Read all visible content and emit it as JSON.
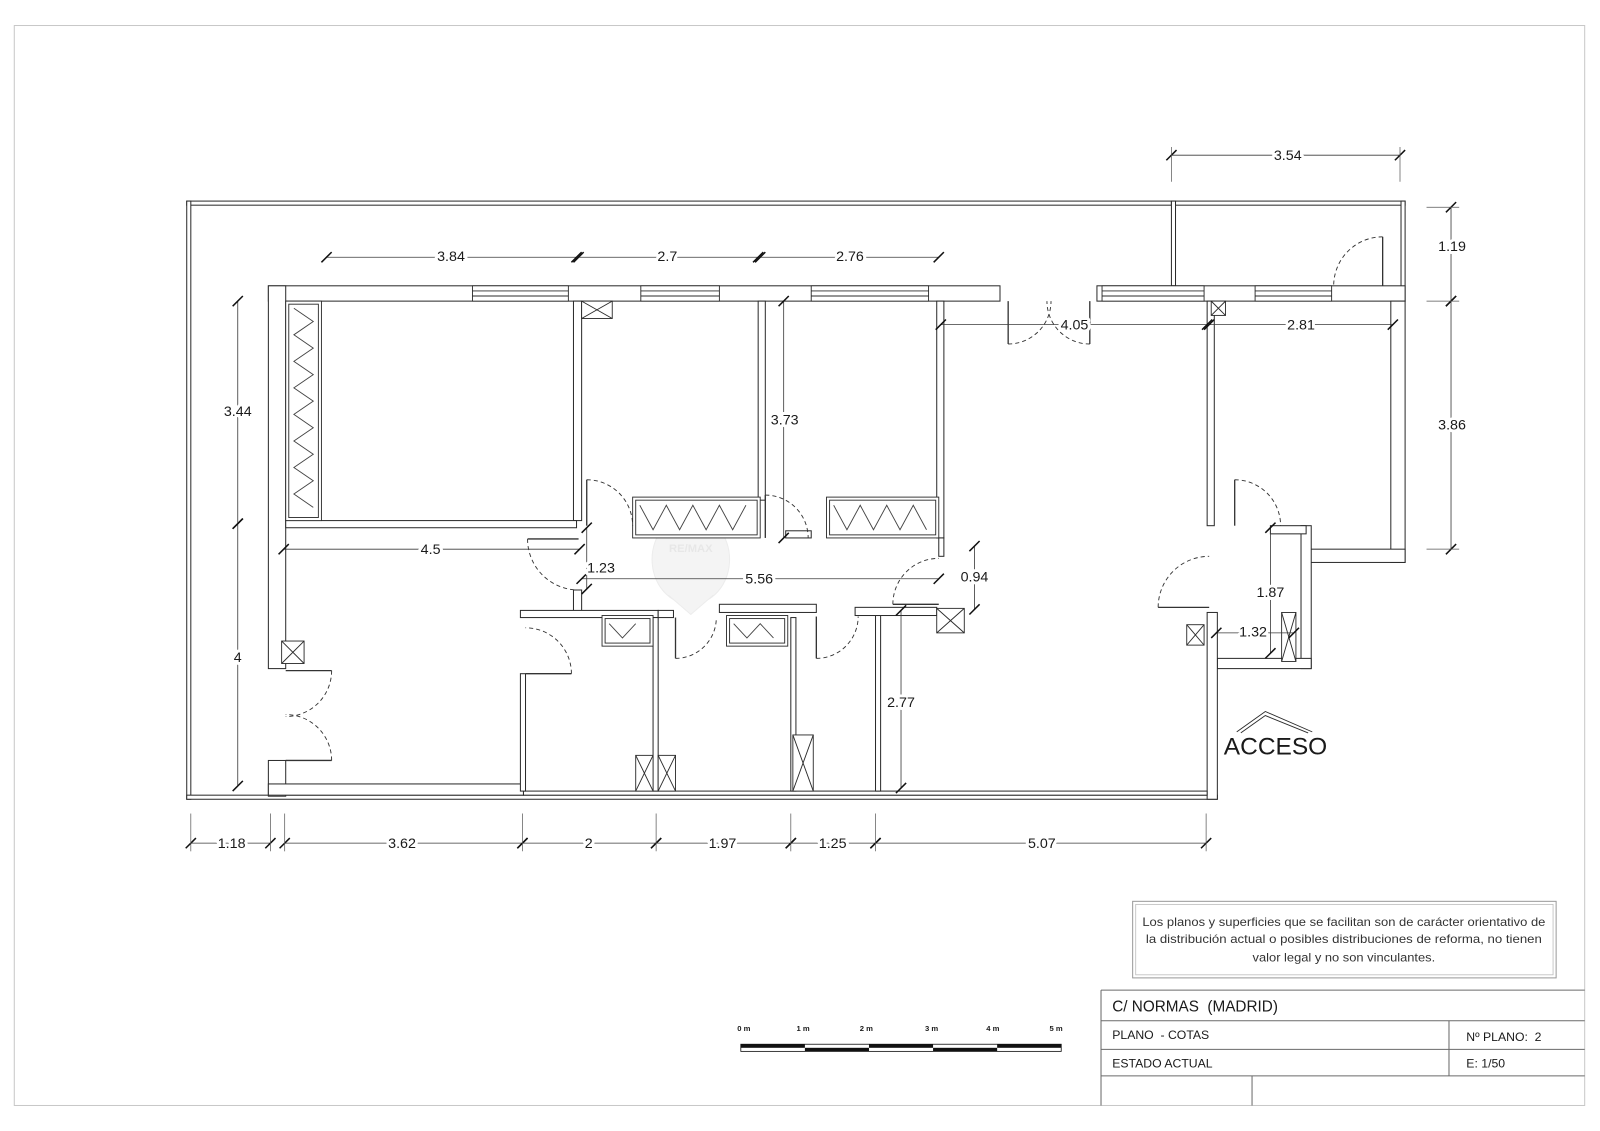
{
  "drawing": {
    "dimensions": {
      "top_right": "3.54",
      "right_top": "1.19",
      "top_1": "3.84",
      "top_2": "2.7",
      "top_3": "2.76",
      "inner_top_1": "4.05",
      "inner_top_2": "2.81",
      "left_upper": "3.44",
      "inner_vertical_1": "3.73",
      "right_lower": "3.86",
      "inner_horizontal_1": "4.5",
      "inner_vertical_2": "1.23",
      "inner_horizontal_2": "5.56",
      "inner_vertical_3": "0.94",
      "inner_vertical_4": "1.87",
      "inner_horizontal_3": "1.32",
      "left_lower": "4",
      "inner_vertical_5": "2.77",
      "bottom_1": "1.18",
      "bottom_2": "3.62",
      "bottom_3": "2",
      "bottom_4": "1.97",
      "bottom_5": "1.25",
      "bottom_6": "5.07"
    },
    "access_label": "ACCESO",
    "watermark": "RE/MAX"
  },
  "disclaimer": {
    "lines": [
      "Los planos y superficies que se facilitan son de carácter orientativo de",
      "la distribución actual o posibles distribuciones de reforma, no tienen",
      "valor legal y no son vinculantes."
    ]
  },
  "title_block": {
    "address": "C/ NORMAS  (MADRID)",
    "plan_type": "PLANO  - COTAS",
    "plan_number": "Nº PLANO:  2",
    "state": "ESTADO ACTUAL",
    "scale": "E: 1/50"
  },
  "scale_bar": {
    "labels": [
      "0 m",
      "1 m",
      "2 m",
      "3 m",
      "4 m",
      "5 m"
    ]
  },
  "colors": {
    "line": "#2b2b2b",
    "frame": "#c8c8c8",
    "background": "#ffffff"
  }
}
